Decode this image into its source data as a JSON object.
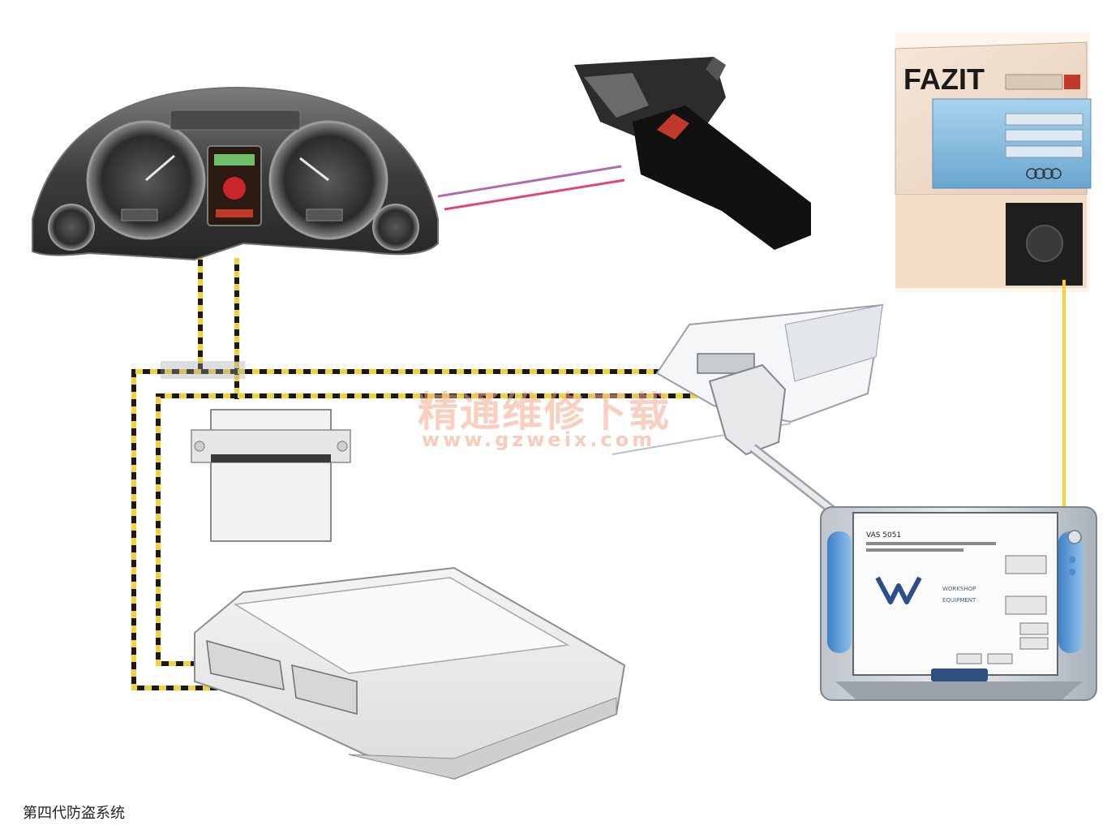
{
  "caption": "第四代防盗系统",
  "fazit_label": "FAZIT",
  "watermark": {
    "cn": "精通维修下载",
    "url": "www.gzweix.com"
  },
  "tester_screen": {
    "title": "VAS 5051",
    "brand_line_1": "WORKSHOP",
    "brand_line_2": "EQUIPMENT"
  },
  "colors": {
    "cable_dash_yellow": "#f2d23a",
    "cable_dash_black": "#1a1a1a",
    "line_purple": "#b36bb0",
    "line_pink": "#e0457b",
    "fazit_line": "#f3d23c",
    "watermark": "#f4aa8c"
  },
  "components": [
    {
      "name": "instrument-cluster",
      "description_icon": "gauge-cluster-icon"
    },
    {
      "name": "steering-column-switch",
      "description_icon": "ignition-lock-icon"
    },
    {
      "name": "fazit-server",
      "description_icon": "server-tower-icon"
    },
    {
      "name": "diagnostic-connector",
      "description_icon": "obd-plug-icon"
    },
    {
      "name": "gateway-module",
      "description_icon": "control-unit-icon"
    },
    {
      "name": "engine-ecu",
      "description_icon": "engine-control-unit-icon"
    },
    {
      "name": "diagnostic-tester",
      "description_icon": "vas-tester-icon"
    }
  ]
}
